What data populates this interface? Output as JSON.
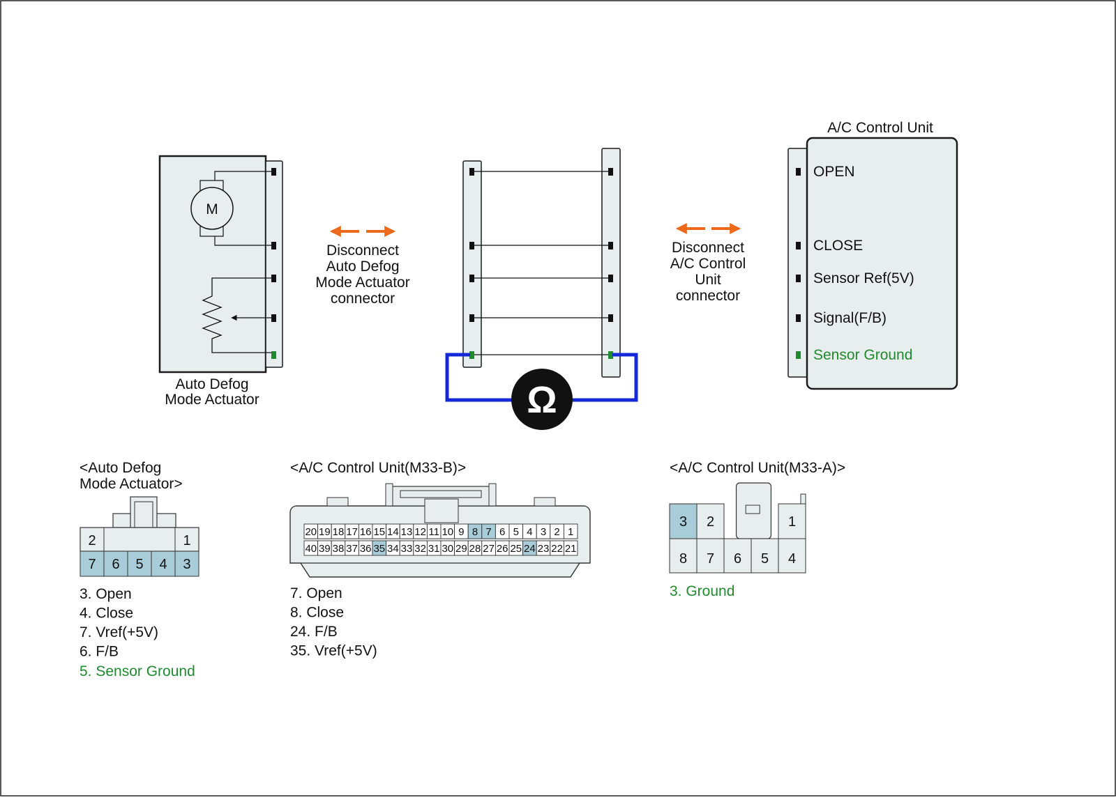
{
  "colors": {
    "box_fill": "#e8eeee",
    "outline": "#1a1a1a",
    "highlight": "#a8ccd8",
    "ground_green": "#1f8a2e",
    "arrow_orange": "#ec6a1c",
    "meter_wire": "#1528d8"
  },
  "actuator": {
    "motor_label": "M",
    "name_line1": "Auto Defog",
    "name_line2": "Mode Actuator"
  },
  "arrows": {
    "left": {
      "line1": "Disconnect",
      "line2": "Auto Defog",
      "line3": "Mode Actuator",
      "line4": "connector"
    },
    "right": {
      "line1": "Disconnect",
      "line2": "A/C Control",
      "line3": "Unit",
      "line4": "connector"
    }
  },
  "meter": {
    "symbol": "Ω"
  },
  "acu": {
    "title": "A/C Control Unit",
    "pins": [
      "OPEN",
      "CLOSE",
      "Sensor Ref(5V)",
      "Signal(F/B)",
      "Sensor Ground"
    ]
  },
  "conn_actuator": {
    "title1": "<Auto Defog",
    "title2": "Mode Actuator>",
    "top": [
      "2",
      "1"
    ],
    "bottom": [
      "7",
      "6",
      "5",
      "4",
      "3"
    ],
    "notes": [
      "3. Open",
      "4. Close",
      "7. Vref(+5V)",
      "6. F/B"
    ],
    "note_ground": "5. Sensor Ground"
  },
  "conn_m33b": {
    "title": "<A/C Control Unit(M33-B)>",
    "row1": [
      "20",
      "19",
      "18",
      "17",
      "16",
      "15",
      "14",
      "13",
      "12",
      "11",
      "10",
      "9",
      "8",
      "7",
      "6",
      "5",
      "4",
      "3",
      "2",
      "1"
    ],
    "row2": [
      "40",
      "39",
      "38",
      "37",
      "36",
      "35",
      "34",
      "33",
      "32",
      "31",
      "30",
      "29",
      "28",
      "27",
      "26",
      "25",
      "24",
      "23",
      "22",
      "21"
    ],
    "highlighted": [
      "8",
      "7",
      "35",
      "24"
    ],
    "notes": [
      "7. Open",
      "8. Close",
      "24. F/B",
      "35. Vref(+5V)"
    ]
  },
  "conn_m33a": {
    "title": "<A/C Control Unit(M33-A)>",
    "top": [
      "3",
      "2",
      "1"
    ],
    "bottom": [
      "8",
      "7",
      "6",
      "5",
      "4"
    ],
    "note_ground": "3. Ground"
  }
}
